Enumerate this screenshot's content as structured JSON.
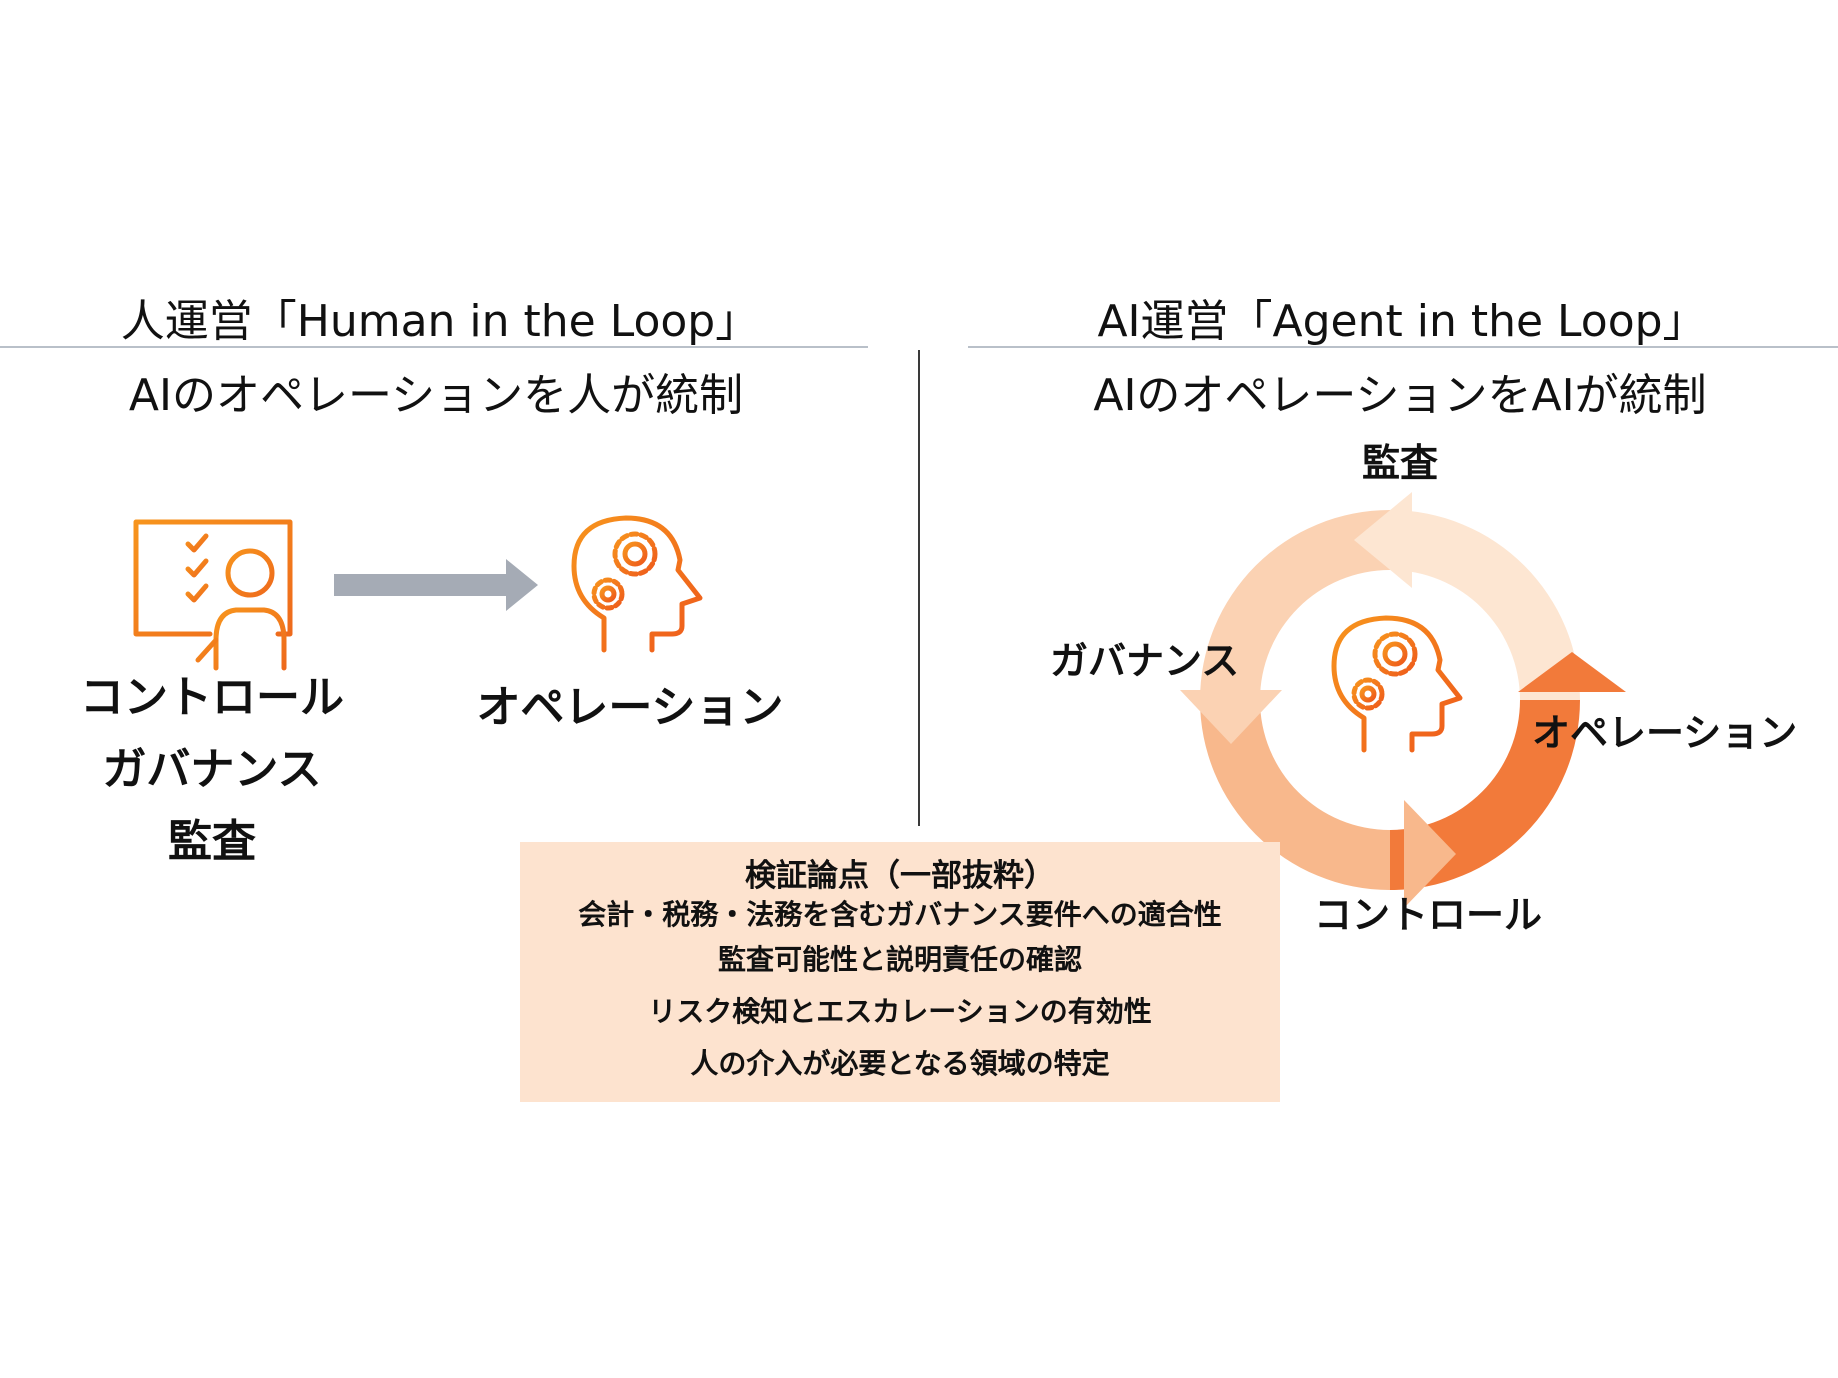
{
  "left": {
    "title": "人運営「Human in the Loop」",
    "subtitle": "AIのオペレーションを人が統制",
    "human_labels": [
      "コントロール",
      "ガバナンス",
      "監査"
    ],
    "operation_label": "オペレーション"
  },
  "right": {
    "title": "AI運営「Agent in the Loop」",
    "subtitle": "AIのオペレーションをAIが統制",
    "cycle_labels": {
      "top": "監査",
      "left": "ガバナンス",
      "right": "オペレーション",
      "bottom": "コントロール"
    }
  },
  "info_box": {
    "title": "検証論点（一部抜粋）",
    "items": [
      "会計・税務・法務を含むガバナンス要件への適合性",
      "監査可能性と説明責任の確認",
      "リスク検知とエスカレーションの有効性",
      "人の介入が必要となる領域の特定"
    ]
  },
  "colors": {
    "accent_orange": "#f07a1a",
    "arrow_gray": "#a5abb5",
    "cycle_light": "#fde6d2",
    "cycle_mid": "#f9c39d",
    "cycle_strong": "#f5a070",
    "cycle_strongest": "#f27a3a",
    "info_bg": "#fde3cf"
  },
  "icons": {
    "human": "checklist-person-icon",
    "ai": "head-gears-icon"
  }
}
